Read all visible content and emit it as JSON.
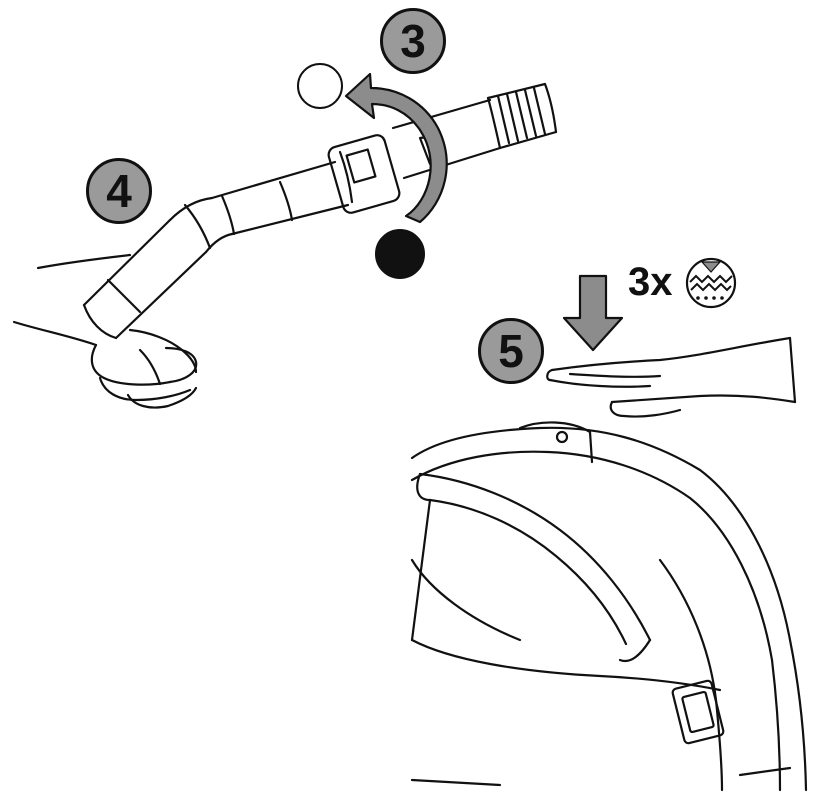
{
  "steps": {
    "rotate": "3",
    "attach": "4",
    "press": "5"
  },
  "repeat_label": "3x",
  "icons": {
    "unlocked_marker": "open-circle-icon",
    "locked_marker": "filled-circle-icon",
    "rotation_arrow": "curved-arrow-icon",
    "press_arrow": "down-arrow-icon",
    "press_button": "press-button-icon"
  },
  "colors": {
    "badge_fill": "#9a9a9a",
    "outline": "#111111",
    "arrow_fill": "#8c8c8c"
  }
}
